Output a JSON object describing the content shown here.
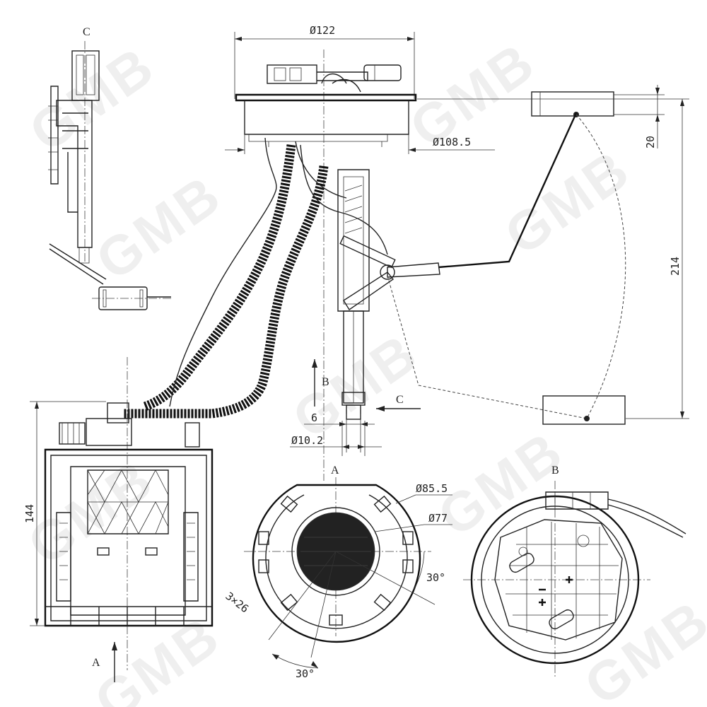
{
  "watermark": {
    "text": "GMB"
  },
  "dimensions": {
    "top_diameter": "Ø122",
    "flange_diameter": "Ø108.5",
    "float_offset": "20",
    "overall_height": "214",
    "module_height": "144",
    "shaft_width": "6",
    "shaft_diameter": "Ø10.2",
    "outer_diameter": "Ø85.5",
    "inner_diameter": "Ø77",
    "angle_right": "30°",
    "angle_bottom": "30°",
    "slots": "3×26"
  },
  "view_labels": {
    "view_c_title": "C",
    "view_a_title": "A",
    "view_b_title": "B",
    "arrow_b": "B",
    "arrow_c": "C",
    "arrow_a": "A"
  }
}
